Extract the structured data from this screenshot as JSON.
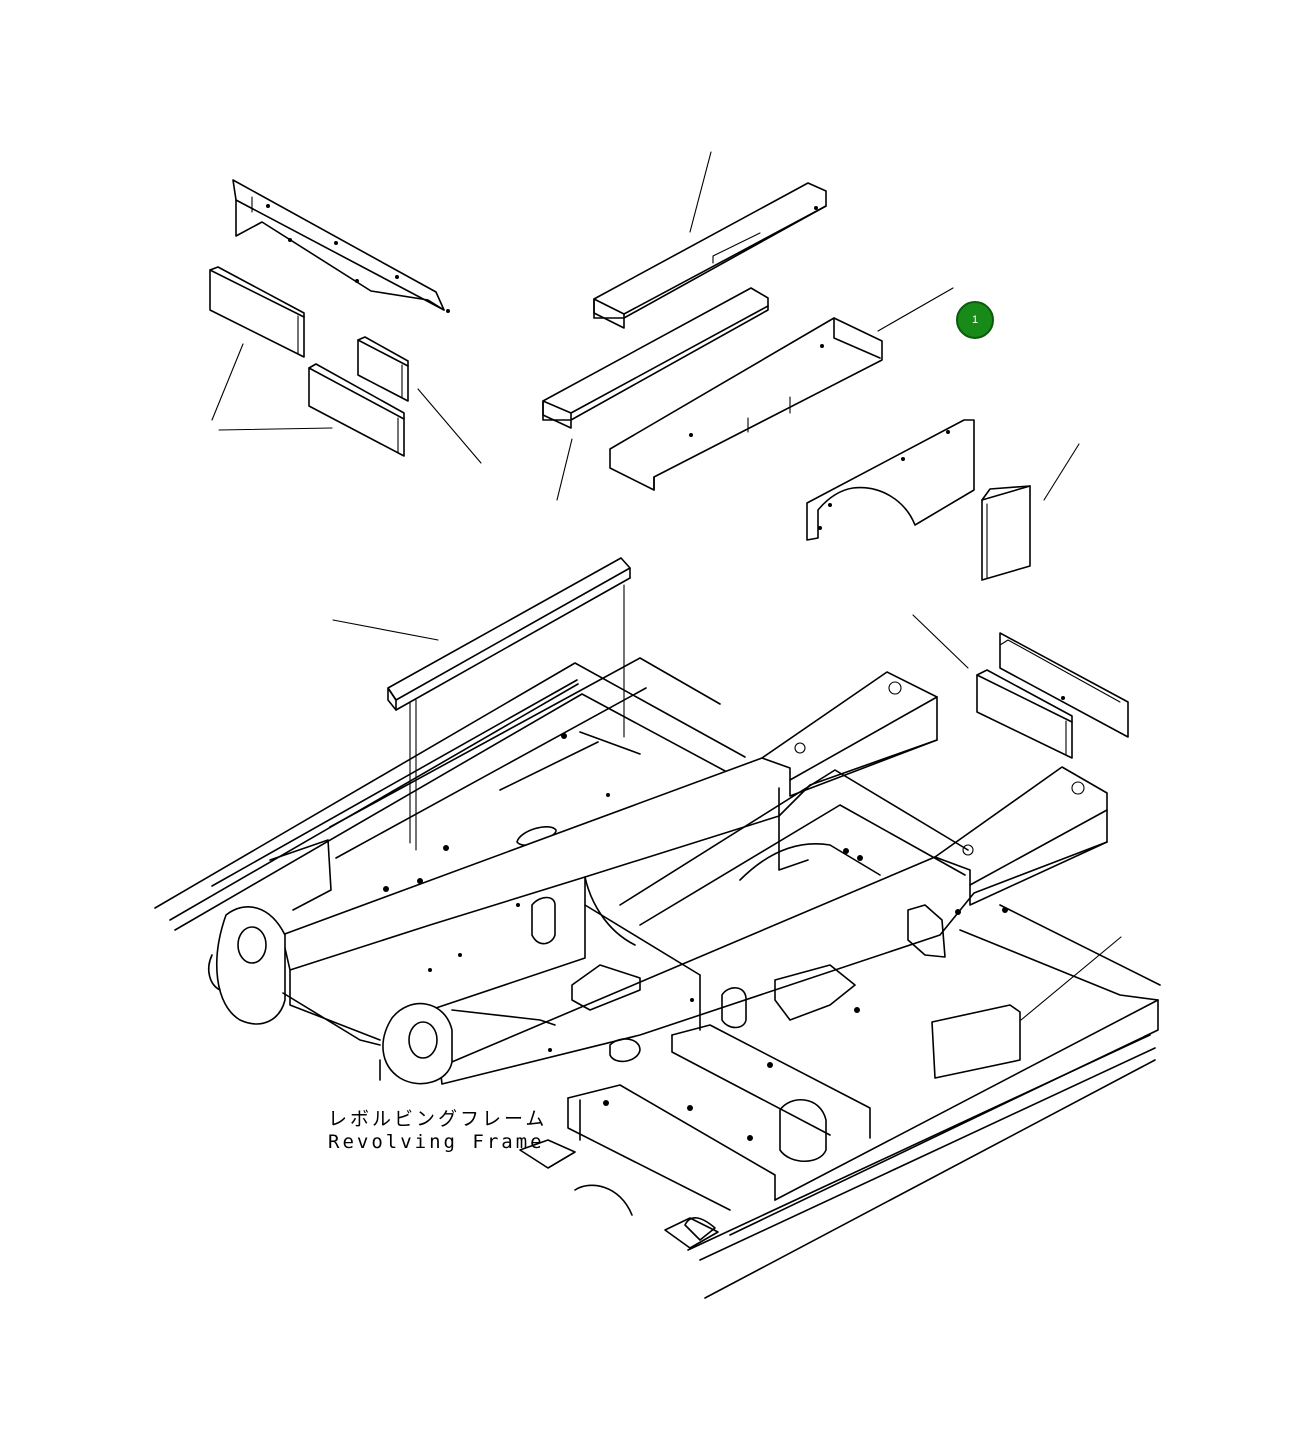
{
  "diagram": {
    "caption_jp": "レボルビングフレーム",
    "caption_en": "Revolving Frame",
    "callouts": [
      {
        "label": "1",
        "color": "#178a17"
      }
    ]
  }
}
